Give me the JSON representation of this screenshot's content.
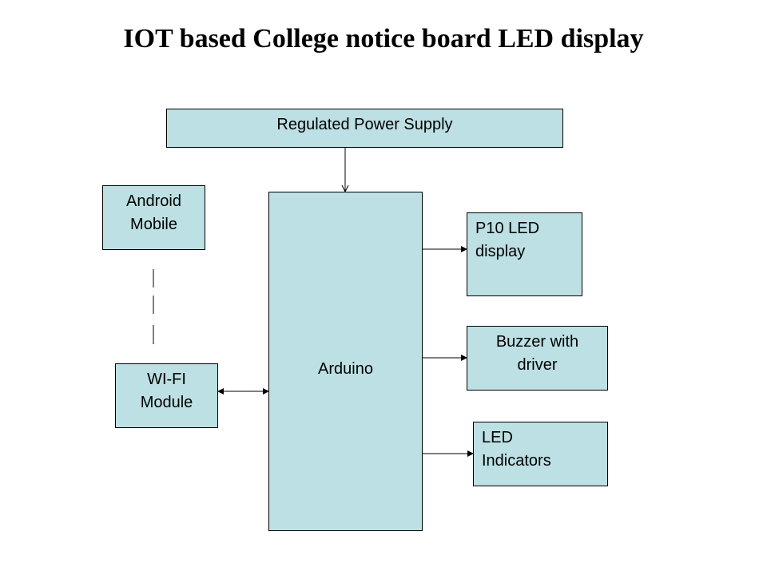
{
  "title": "IOT based College notice board LED display",
  "colors": {
    "block_fill": "#bce0e3",
    "stroke": "#000000"
  },
  "blocks": {
    "power_supply": "Regulated Power Supply",
    "android_mobile": [
      "Android",
      "Mobile"
    ],
    "arduino": "Arduino",
    "wifi_module": [
      "WI-FI",
      "Module"
    ],
    "p10_led": [
      "P10 LED",
      "display"
    ],
    "buzzer": [
      "Buzzer with",
      "driver"
    ],
    "led_indicators": [
      "LED",
      "Indicators"
    ]
  },
  "connections": [
    {
      "from": "Regulated Power Supply",
      "to": "Arduino",
      "type": "arrow"
    },
    {
      "from": "Android Mobile",
      "to": "WI-FI Module",
      "type": "dashed"
    },
    {
      "from": "WI-FI Module",
      "to": "Arduino",
      "type": "bidirectional"
    },
    {
      "from": "Arduino",
      "to": "P10 LED display",
      "type": "arrow"
    },
    {
      "from": "Arduino",
      "to": "Buzzer with driver",
      "type": "arrow"
    },
    {
      "from": "Arduino",
      "to": "LED Indicators",
      "type": "arrow"
    }
  ]
}
